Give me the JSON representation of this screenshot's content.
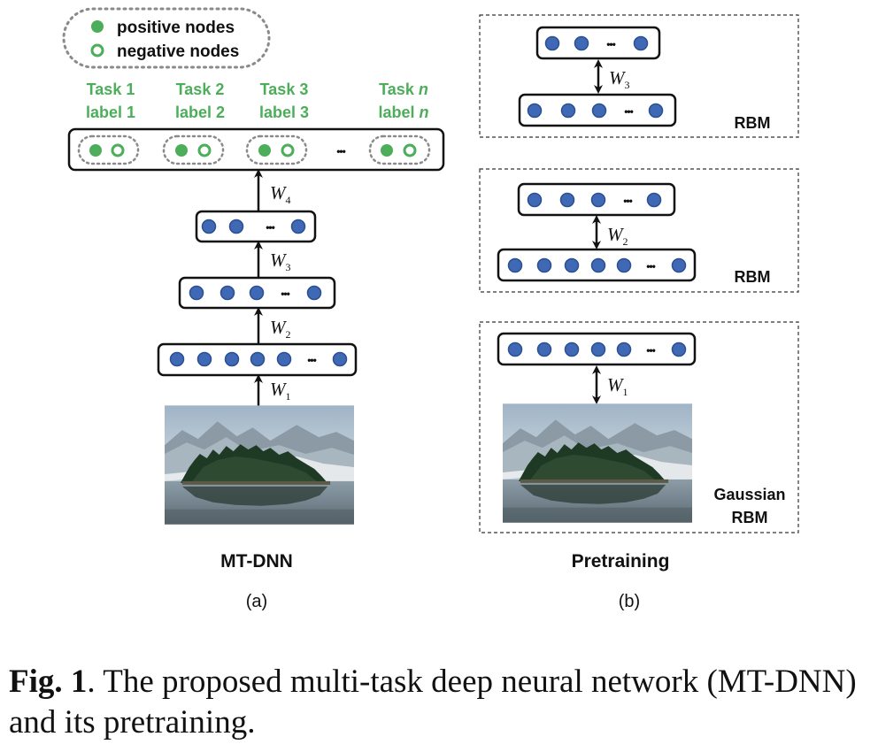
{
  "legend": {
    "positive": "positive nodes",
    "negative": "negative nodes"
  },
  "tasks": [
    {
      "task": "Task 1",
      "label": "label 1"
    },
    {
      "task": "Task 2",
      "label": "label 2"
    },
    {
      "task": "Task 3",
      "label": "label 3"
    },
    {
      "task": "Task ",
      "task_var": "n",
      "label": "label ",
      "label_var": "n"
    }
  ],
  "ellipsis": "•••",
  "weights": {
    "w1": {
      "letter": "W",
      "sub": "1"
    },
    "w2": {
      "letter": "W",
      "sub": "2"
    },
    "w3": {
      "letter": "W",
      "sub": "3"
    },
    "w4": {
      "letter": "W",
      "sub": "4"
    }
  },
  "panel_a": {
    "title": "MT-DNN",
    "tag": "(a)"
  },
  "panel_b": {
    "title": "Pretraining",
    "tag": "(b)",
    "boxes": [
      {
        "label": "RBM"
      },
      {
        "label": "RBM"
      },
      {
        "label_line1": "Gaussian",
        "label_line2": "RBM"
      }
    ]
  },
  "caption": {
    "prefix": "Fig. 1",
    "text": ".  The proposed multi-task deep neural network (MT-DNN) and its pretraining."
  },
  "colors": {
    "green": "#4cae5a",
    "blue": "#3f69b5",
    "blue_edge": "#2b4f92",
    "dotted_gray": "#8a8a8a"
  },
  "image_icon": "landscape-lake-island-photo"
}
